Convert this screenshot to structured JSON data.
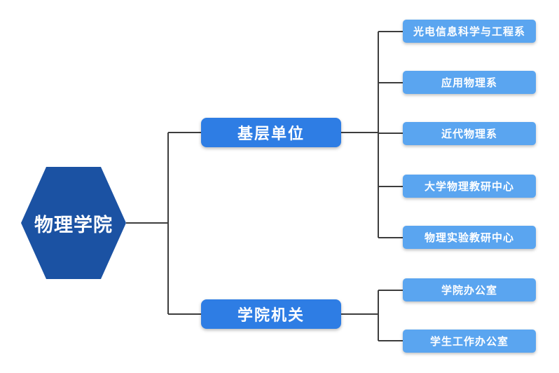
{
  "diagram": {
    "title": "Physics school organization chart",
    "root": {
      "label": "物理学院"
    },
    "branches": [
      {
        "label": "基层单位",
        "children": [
          {
            "label": "光电信息科学与工程系"
          },
          {
            "label": "应用物理系"
          },
          {
            "label": "近代物理系"
          },
          {
            "label": "大学物理教研中心"
          },
          {
            "label": "物理实验教研中心"
          }
        ]
      },
      {
        "label": "学院机关",
        "children": [
          {
            "label": "学院办公室"
          },
          {
            "label": "学生工作办公室"
          }
        ]
      }
    ],
    "colors": {
      "root_fill": "#1b52a3",
      "branch_fill": "#2e7de4",
      "child_fill": "#5aa5f0",
      "text": "#ffffff",
      "line": "#3d3d3d"
    }
  }
}
